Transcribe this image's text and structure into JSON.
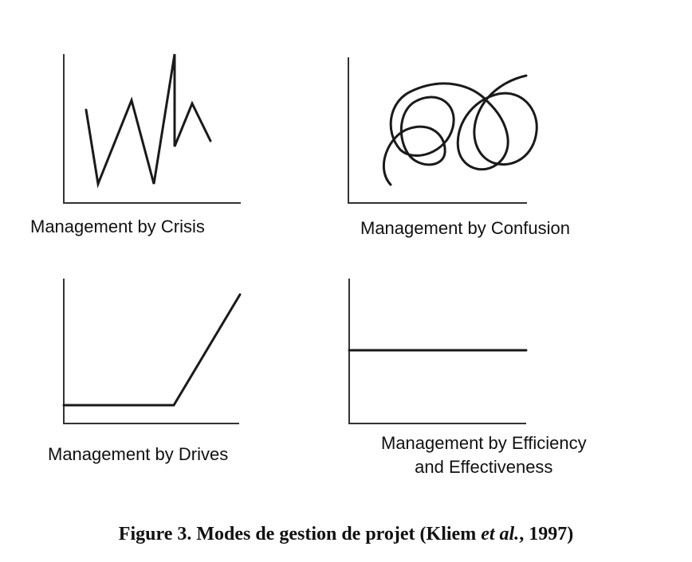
{
  "panels": {
    "crisis": {
      "label": "Management by Crisis"
    },
    "confusion": {
      "label": "Management by Confusion"
    },
    "drives": {
      "label": "Management by Drives"
    },
    "efficiency": {
      "label_line1": "Management by Efficiency",
      "label_line2": "and Effectiveness"
    }
  },
  "caption": {
    "prefix": "Figure 3. Modes de gestion de projet (Kliem ",
    "italic": "et al.",
    "suffix": ", 1997)"
  }
}
